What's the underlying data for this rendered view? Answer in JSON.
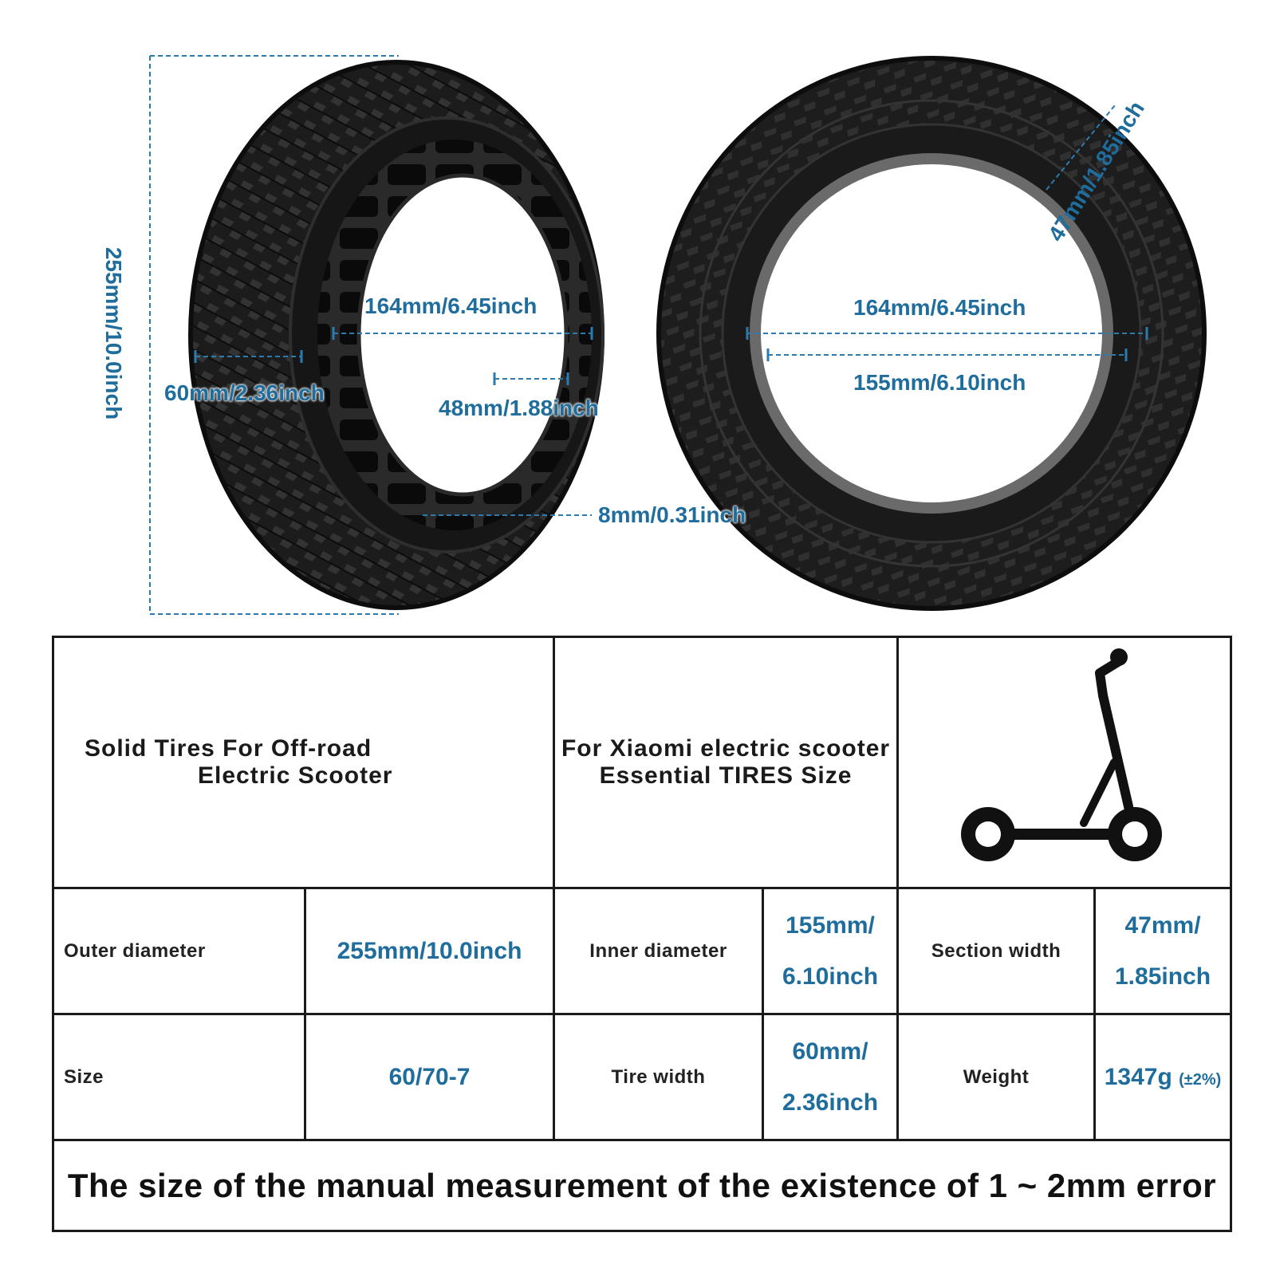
{
  "dimensions": {
    "outer_diameter": "255mm/10.0inch",
    "left_inner": "164mm/6.45inch",
    "left_tire_width": "60mm/2.36inch",
    "left_hole": "48mm/1.88inch",
    "left_rim": "8mm/0.31inch",
    "right_inner_outer": "164mm/6.45inch",
    "right_inner": "155mm/6.10inch",
    "section_width": "47mm/1.85inch"
  },
  "table": {
    "title_left_line1": "Solid Tires For Off-road",
    "title_left_line2": "Electric Scooter",
    "title_mid_line1": "For Xiaomi electric scooter",
    "title_mid_line2": "Essential TIRES Size",
    "row1": {
      "label1": "Outer diameter",
      "value1": "255mm/10.0inch",
      "label2": "Inner diameter",
      "value2_line1": "155mm/",
      "value2_line2": "6.10inch",
      "label3": "Section width",
      "value3_line1": "47mm/",
      "value3_line2": "1.85inch"
    },
    "row2": {
      "label1": "Size",
      "value1": "60/70-7",
      "label2": "Tire width",
      "value2_line1": "60mm/",
      "value2_line2": "2.36inch",
      "label3": "Weight",
      "value3_main": "1347g",
      "value3_tolerance": "(±2%)"
    },
    "footer": "The size of the manual measurement of the existence of 1 ~ 2mm error"
  },
  "icons": [
    "solid-tire-icon",
    "tire-tread-icon",
    "electric-scooter-icon"
  ],
  "colors": {
    "dimension_blue": "#1f6d9c",
    "tire_black": "#1b1b1b",
    "border": "#1a1a1a"
  }
}
